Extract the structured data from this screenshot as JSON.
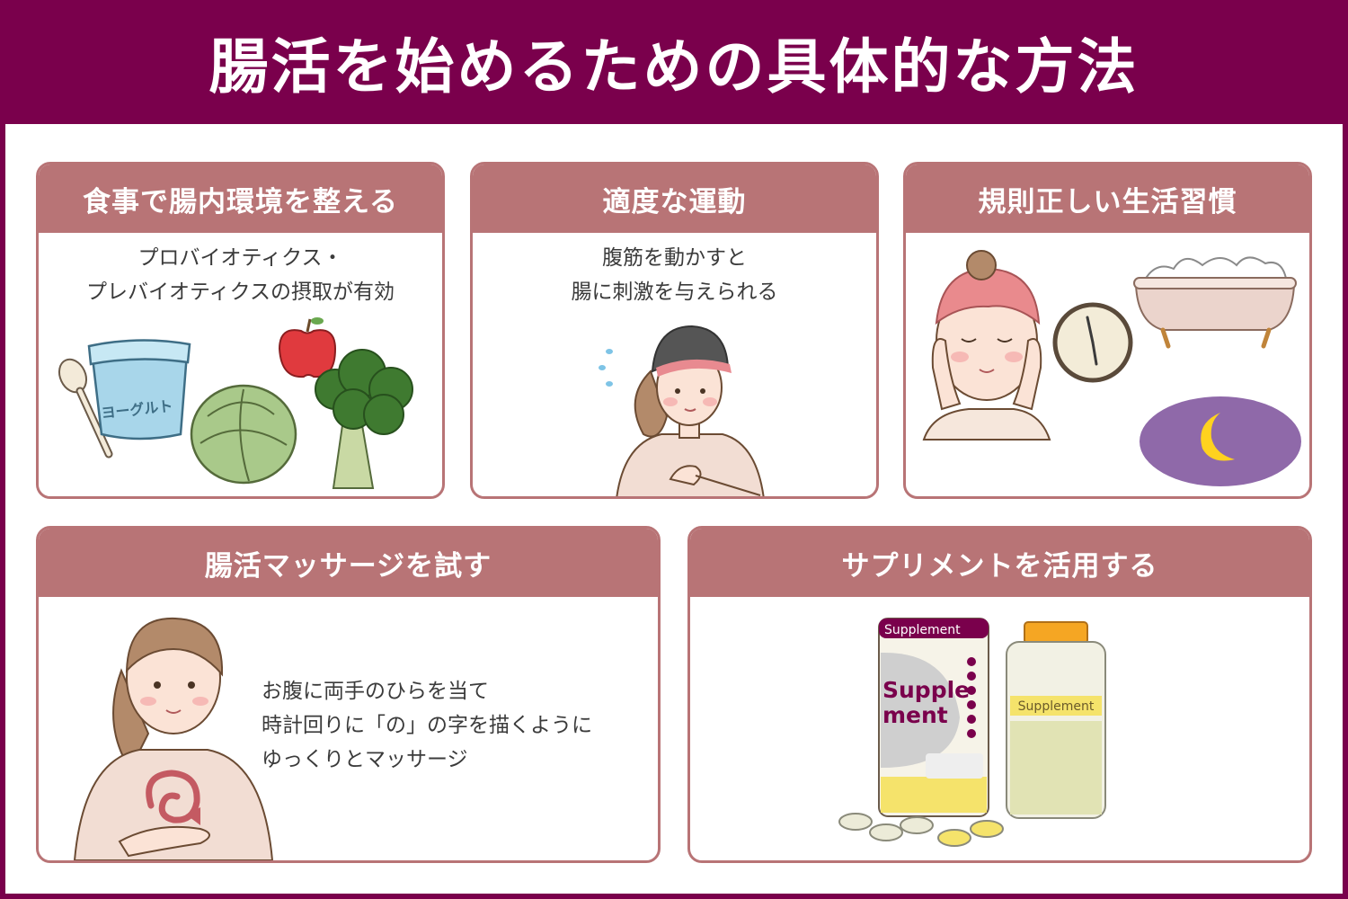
{
  "title": "腸活を始めるための具体的な方法",
  "cards": [
    {
      "heading": "食事で腸内環境を整える",
      "lines": [
        "プロバイオティクス・",
        "プレバイオティクスの摂取が有効"
      ],
      "yogurt_label": "ヨーグルト"
    },
    {
      "heading": "適度な運動",
      "lines": [
        "腹筋を動かすと",
        "腸に刺激を与えられる"
      ]
    },
    {
      "heading": "規則正しい生活習慣",
      "lines": []
    },
    {
      "heading": "腸活マッサージを試す",
      "lines": [
        "お腹に両手のひらを当て",
        "時計回りに「の」の字を描くように",
        "ゆっくりとマッサージ"
      ]
    },
    {
      "heading": "サプリメントを活用する",
      "lines": [],
      "bottle1_band": "Supplement",
      "bottle1_big_line1": "Supple",
      "bottle1_big_line2": "ment",
      "bottle2_label": "Supplement"
    }
  ],
  "colors": {
    "brand": "#7a004c",
    "card_accent": "#b87476",
    "text": "#3b3b3b",
    "night": "#7b4f9a",
    "moon": "#ffd21f"
  }
}
